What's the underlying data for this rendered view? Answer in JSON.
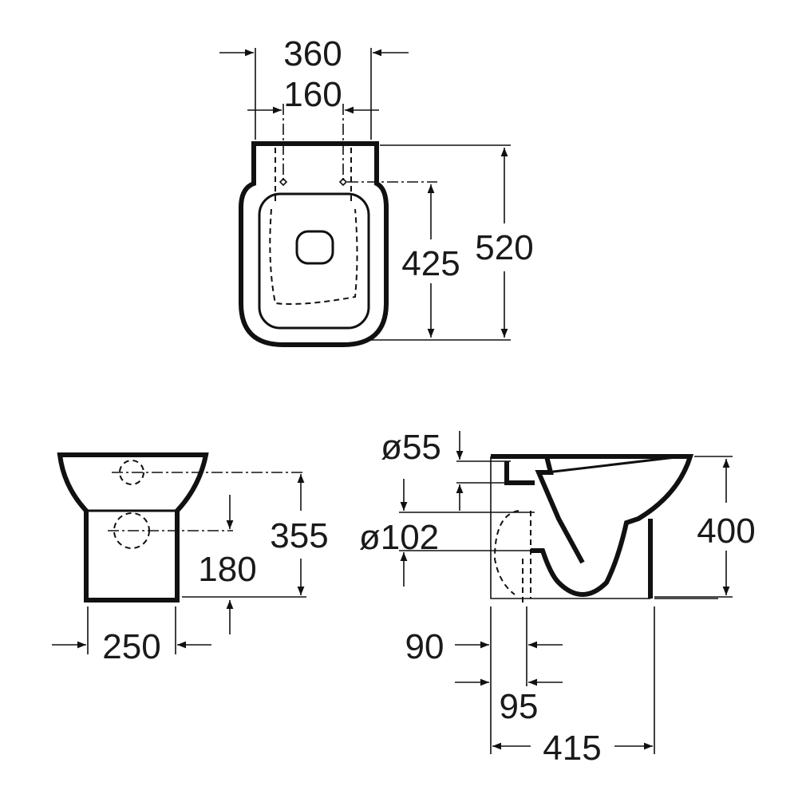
{
  "drawing": {
    "top_view": {
      "width_overall": "360",
      "fixing_centres": "160",
      "fixing_to_front": "425",
      "depth_overall": "520"
    },
    "front_view": {
      "outlet_height": "355",
      "inlet_height": "180",
      "base_width": "250"
    },
    "side_view": {
      "inlet_diameter": "ø55",
      "outlet_diameter": "ø102",
      "height": "400",
      "outlet_offset_a": "90",
      "outlet_offset_b": "95",
      "base_depth": "415"
    }
  },
  "colors": {
    "line": "#111111",
    "background": "#ffffff"
  }
}
